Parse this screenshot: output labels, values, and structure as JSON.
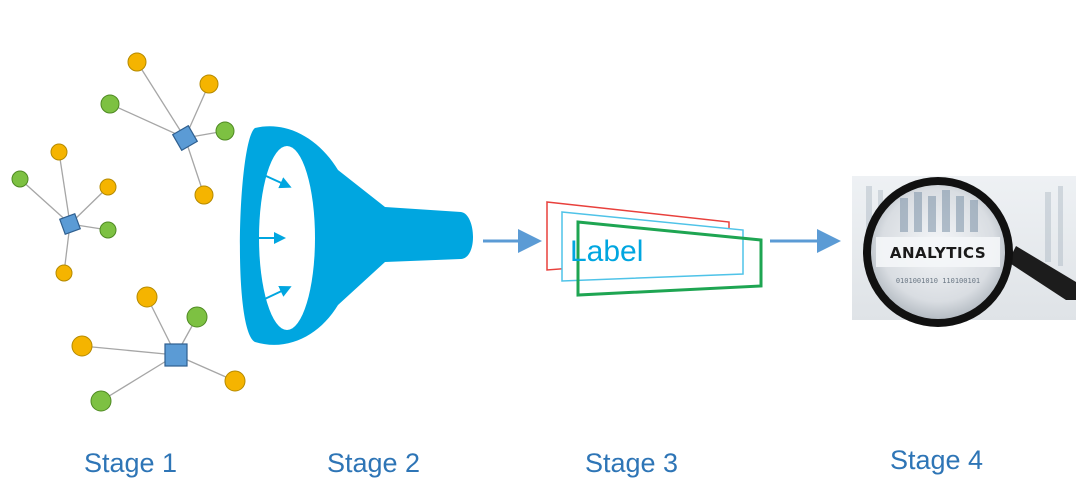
{
  "stages": [
    {
      "label": "Stage 1"
    },
    {
      "label": "Stage 2"
    },
    {
      "label": "Stage 3"
    },
    {
      "label": "Stage 4"
    }
  ],
  "label_card": {
    "text": "Label"
  },
  "analytics_image": {
    "text": "ANALYTICS",
    "binary_row": "0101001010 110100101"
  },
  "colors": {
    "accent": "#00a6e0",
    "arrow": "#5b9bd5",
    "hub": "#5b9bd5",
    "node_orange": "#f5b400",
    "node_green": "#7dc142",
    "edge": "#a6a6a6",
    "stage_text": "#2e75b6",
    "card_red": "#e8403c",
    "card_blue": "#4fc3e8",
    "card_green": "#1ea552"
  }
}
